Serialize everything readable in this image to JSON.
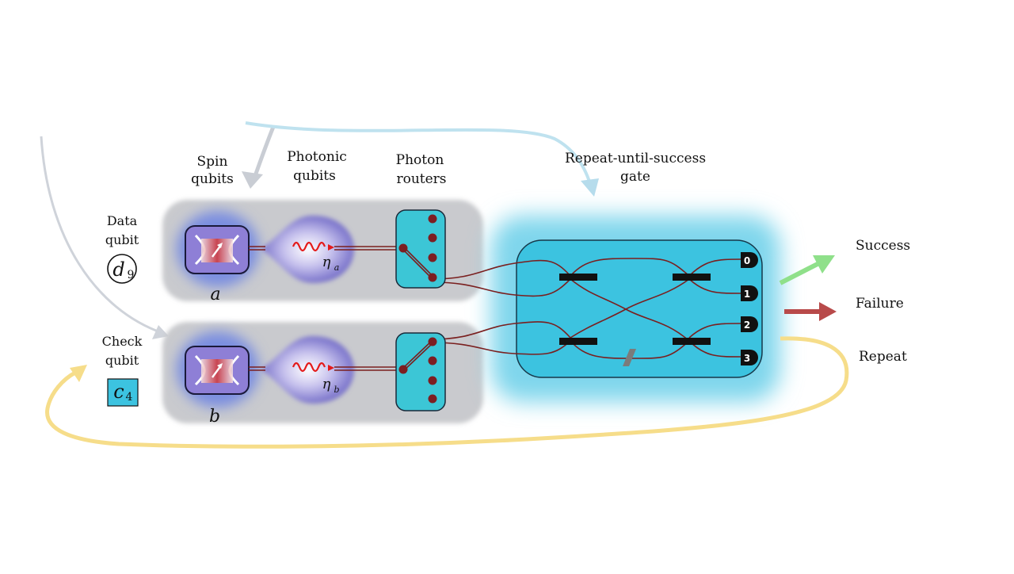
{
  "labels": {
    "spin_qubits": [
      "Spin",
      "qubits"
    ],
    "photonic_qubits": [
      "Photonic",
      "qubits"
    ],
    "photon_routers": [
      "Photon",
      "routers"
    ],
    "rus_gate": [
      "Repeat-until-success",
      "gate"
    ],
    "data_qubit": [
      "Data",
      "qubit"
    ],
    "check_qubit": [
      "Check",
      "qubit"
    ],
    "data_symbol": "d",
    "data_index": "9",
    "check_symbol": "c",
    "check_index": "4",
    "node_a": "a",
    "node_b": "b",
    "eta_a_symbol": "η",
    "eta_a_sub": "a",
    "eta_b_symbol": "η",
    "eta_b_sub": "b",
    "success": "Success",
    "failure": "Failure",
    "repeat": "Repeat"
  },
  "detectors": [
    "0",
    "1",
    "2",
    "3"
  ],
  "colors": {
    "gate_cyan": "#3cc3e0",
    "router_cyan": "#3cc6d6",
    "fiber": "#7a1f1f",
    "success_arrow": "#8fe08a",
    "failure_arrow": "#b84a4a",
    "repeat_arrow": "#f6dd8a",
    "gray_arrow": "#c8ccd4",
    "blue_arrow": "#aad8ea"
  }
}
